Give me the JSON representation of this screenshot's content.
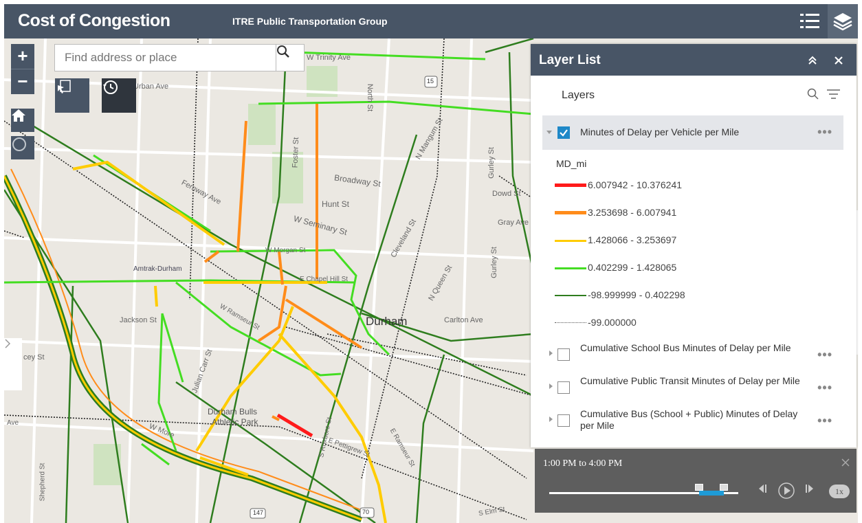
{
  "header": {
    "title": "Cost of Congestion",
    "subtitle": "ITRE Public Transportation Group",
    "background_color": "#485566"
  },
  "search": {
    "placeholder": "Find address or place"
  },
  "map_controls": {
    "zoom_in": "+",
    "zoom_out": "−"
  },
  "map_labels": {
    "w_trinity_ave": "W Trinity Ave",
    "urban_ave": "Urban Ave",
    "north_st": "North St",
    "n_mangum_st": "N Mangum St",
    "gurley_st": "Gurley St",
    "broadway_st": "Broadway St",
    "fernway_ave": "Fernway Ave",
    "hunt_st": "Hunt St",
    "dowd_st": "Dowd St",
    "w_seminary_st": "W Seminary St",
    "gray_ave": "Gray Ave",
    "cleveland_st": "Cleveland St",
    "foster_st": "Foster St",
    "w_morgan_st": "W Morgan St",
    "amtrak_durham": "Amtrak-Durham",
    "e_chapel_hill_st": "E Chapel Hill St",
    "gurley_st_2": "Gurley St",
    "n_queen_st": "N Queen St",
    "jackson_st": "Jackson St",
    "durham": "Durham",
    "carlton_ave": "Carlton Ave",
    "w_ramseur_st": "W Ramseur St",
    "cy_st": "cey St",
    "julian_carr_st": "Julian Carr St",
    "durham_bulls": "Durham Bulls",
    "athletic_park": "Athletic Park",
    "s_roxboro_st": "S Roxboro St",
    "w_morehead": "W More",
    "e_pettigrew": "E Pettigrew St",
    "ramseur_st": "E Ramseur St",
    "shepherd_st": "Shepherd St",
    "s_elm_st": "S Elm St",
    "i40": "147",
    "us15": "15",
    "route_15": "15",
    "us70": "70",
    "ave_label": "Ave"
  },
  "layer_list": {
    "title": "Layer List",
    "layers_label": "Layers",
    "active_layer": {
      "name": "Minutes of Delay per Vehicle per Mile",
      "checked": true,
      "field": "MD_mi",
      "legend": [
        {
          "label": "6.007942 - 10.376241",
          "color": "#ff1a1a"
        },
        {
          "label": "3.253698 - 6.007941",
          "color": "#ff8c1a"
        },
        {
          "label": "1.428066 - 3.253697",
          "color": "#ffcc00"
        },
        {
          "label": "0.402299 - 1.428065",
          "color": "#44dd22"
        },
        {
          "label": "-98.999999 - 0.402298",
          "color": "#2e7d1e"
        },
        {
          "label": "-99.000000",
          "color": "#444444"
        }
      ]
    },
    "layers": [
      {
        "name": "Cumulative School Bus Minutes of Delay per Mile",
        "checked": false
      },
      {
        "name": "Cumulative Public Transit Minutes of Delay per Mile",
        "checked": false
      },
      {
        "name": "Cumulative Bus (School + Public) Minutes of Delay per Mile",
        "checked": false
      }
    ],
    "more_label": "•••"
  },
  "time_slider": {
    "range_label": "1:00 PM to 4:00 PM",
    "speed": "1x",
    "range_start_fraction": 0.79,
    "range_end_fraction": 0.92
  }
}
